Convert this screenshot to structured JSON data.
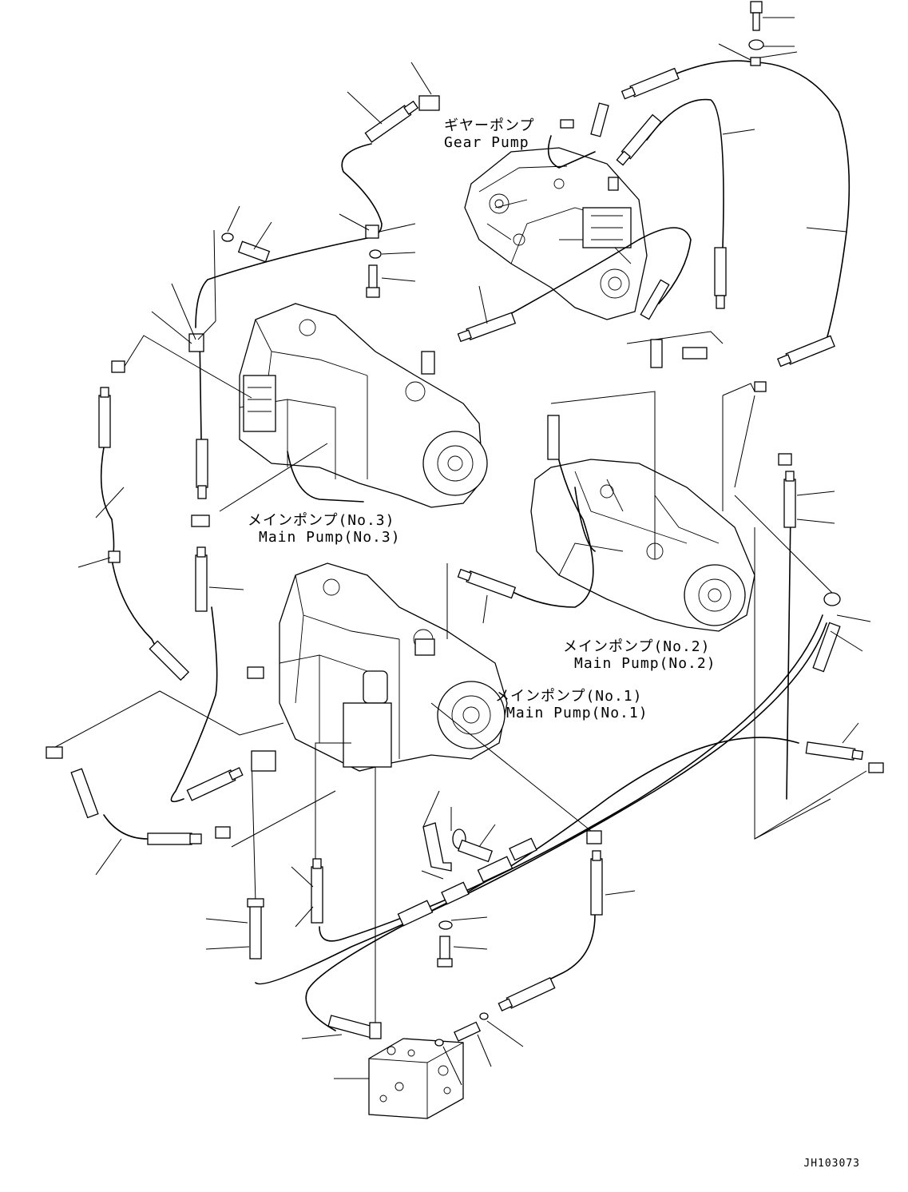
{
  "labels": {
    "gear_pump": {
      "jp": "ギヤーポンプ",
      "en": "Gear Pump"
    },
    "main_pump_3": {
      "jp": "メインポンプ(No.3)",
      "en": "Main Pump(No.3)"
    },
    "main_pump_2": {
      "jp": "メインポンプ(No.2)",
      "en": "Main Pump(No.2)"
    },
    "main_pump_1": {
      "jp": "メインポンプ(No.1)",
      "en": "Main Pump(No.1)"
    }
  },
  "document_id": "JH103073"
}
